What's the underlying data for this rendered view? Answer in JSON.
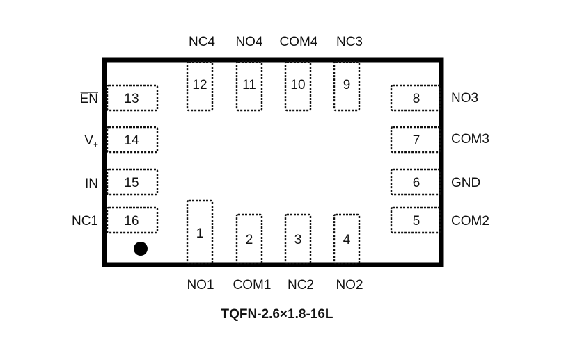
{
  "package": {
    "caption": "TQFN-2.6×1.8-16L",
    "pin1_marker": "dot"
  },
  "pins": [
    {
      "number": "1",
      "name": "NO1",
      "side": "bottom"
    },
    {
      "number": "2",
      "name": "COM1",
      "side": "bottom"
    },
    {
      "number": "3",
      "name": "NC2",
      "side": "bottom"
    },
    {
      "number": "4",
      "name": "NO2",
      "side": "bottom"
    },
    {
      "number": "5",
      "name": "COM2",
      "side": "right"
    },
    {
      "number": "6",
      "name": "GND",
      "side": "right"
    },
    {
      "number": "7",
      "name": "COM3",
      "side": "right"
    },
    {
      "number": "8",
      "name": "NO3",
      "side": "right"
    },
    {
      "number": "9",
      "name": "NC3",
      "side": "top"
    },
    {
      "number": "10",
      "name": "COM4",
      "side": "top"
    },
    {
      "number": "11",
      "name": "NO4",
      "side": "top"
    },
    {
      "number": "12",
      "name": "NC4",
      "side": "top"
    },
    {
      "number": "13",
      "name": "EN",
      "side": "left",
      "overbar": true
    },
    {
      "number": "14",
      "name": "V",
      "side": "left",
      "subscript": "+"
    },
    {
      "number": "15",
      "name": "IN",
      "side": "left"
    },
    {
      "number": "16",
      "name": "NC1",
      "side": "left"
    }
  ]
}
